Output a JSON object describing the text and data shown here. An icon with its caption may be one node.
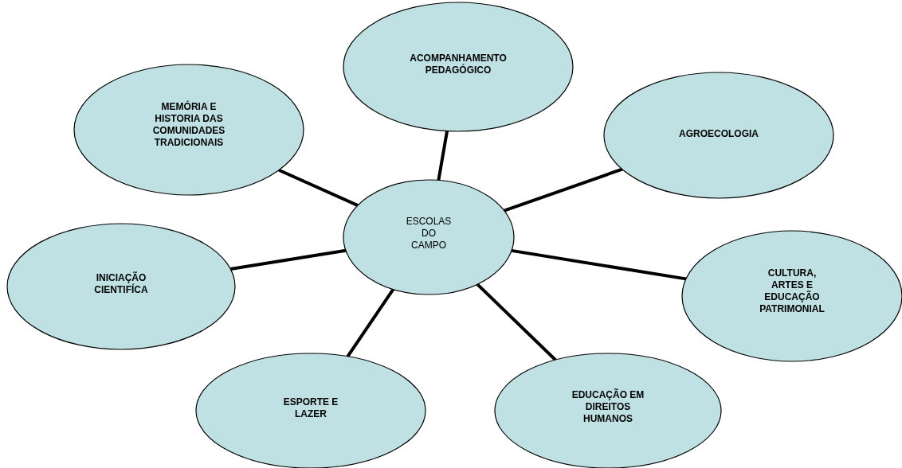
{
  "diagram": {
    "nodes": [
      {
        "text": [
          "ACOMPANHAMENTO PEDAGÓGICO"
        ]
      },
      {
        "text": [
          "MEMÓRIA E HISTORIA DAS COMUNIDADES TRADICIONAIS"
        ]
      },
      {
        "text": [
          "AGROECOLOGIA"
        ]
      },
      {
        "text": [
          "ESCOLAS DO CAMPO"
        ]
      },
      {
        "text": [
          "INICIAÇÃO CIENTIFÍCA"
        ]
      },
      {
        "text": [
          "CULTURA, ARTES E EDUCAÇÃO PATRIMONIAL"
        ]
      },
      {
        "text": [
          "ESPORTE E LAZER"
        ]
      },
      {
        "text": [
          "EDUCAÇÃO EM DIREITOS HUMANOS"
        ]
      }
    ],
    "edges": [
      {
        "from": 3,
        "to": 0,
        "arrow": "none"
      },
      {
        "from": 3,
        "to": 1,
        "arrow": "none"
      },
      {
        "from": 3,
        "to": 2,
        "arrow": "none"
      },
      {
        "from": 3,
        "to": 4,
        "arrow": "none"
      },
      {
        "from": 3,
        "to": 5,
        "arrow": "none"
      },
      {
        "from": 3,
        "to": 6,
        "arrow": "none"
      },
      {
        "from": 3,
        "to": 7,
        "arrow": "none"
      }
    ]
  }
}
